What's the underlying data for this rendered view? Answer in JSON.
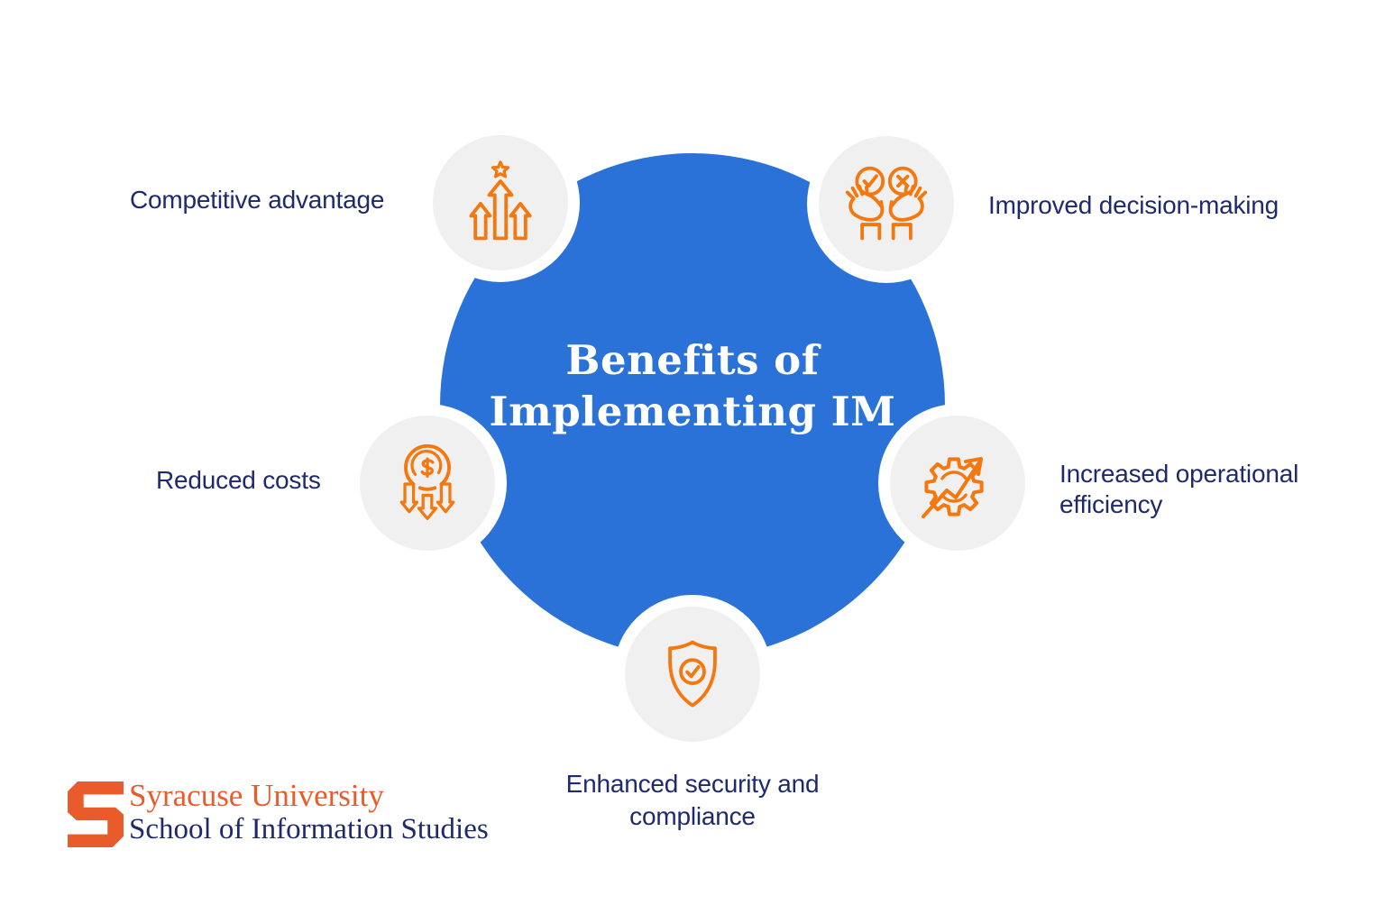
{
  "title": {
    "line1": "Benefits of",
    "line2": "Implementing IM"
  },
  "benefits": [
    {
      "id": "competitive-advantage",
      "label": "Competitive advantage",
      "icon": "arrows-up-star-icon",
      "position": "top-left"
    },
    {
      "id": "improved-decision-making",
      "label": "Improved decision-making",
      "icon": "hands-check-x-icon",
      "position": "top-right"
    },
    {
      "id": "reduced-costs",
      "label": "Reduced costs",
      "icon": "dollar-down-arrows-icon",
      "position": "mid-left"
    },
    {
      "id": "increased-operational-efficiency",
      "label": "Increased operational efficiency",
      "icon": "gear-growth-arrow-icon",
      "position": "mid-right"
    },
    {
      "id": "enhanced-security-and-compliance",
      "label": "Enhanced security and compliance",
      "icon": "shield-check-icon",
      "position": "bottom"
    }
  ],
  "footer": {
    "logo_letter": "S",
    "org": "Syracuse University",
    "unit": "School of Information Studies"
  },
  "colors": {
    "accent_blue": "#2B72D8",
    "circle_gray": "#F0F0F1",
    "icon_orange": "#F4780D",
    "logo_orange": "#EA5B2B",
    "navy": "#1F2A6C",
    "background": "#FFFFFF"
  }
}
